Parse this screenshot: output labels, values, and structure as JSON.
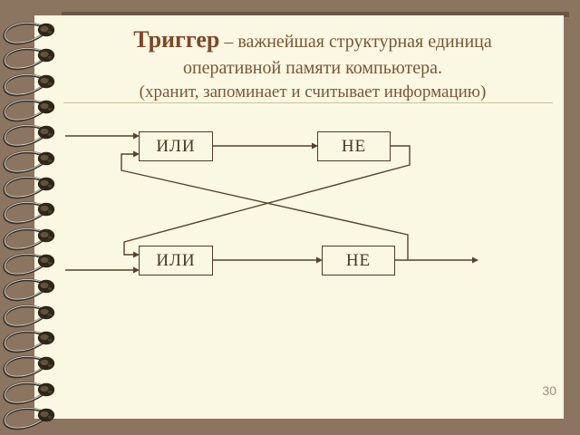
{
  "slide": {
    "title": {
      "term": "Триггер",
      "rest": "– важнейшая структурная единица",
      "line2": "оперативной памяти компьютера.",
      "line3": "(хранит, запоминает и считывает информацию)"
    },
    "page_number": "30"
  },
  "diagram": {
    "description": "RS flip-flop built from two OR gates and two NOT gates with crossed feedback wires",
    "gates": [
      {
        "label": "ИЛИ"
      },
      {
        "label": "НЕ"
      },
      {
        "label": "ИЛИ"
      },
      {
        "label": "НЕ"
      }
    ]
  },
  "colors": {
    "background_brown": "#8b7460",
    "page_cream": "#faf7e3",
    "title_term": "#7f4826",
    "title_text": "#7b5634",
    "divider": "#cdc1a2",
    "diagram_line": "#55432c",
    "page_number": "#9b9173"
  }
}
